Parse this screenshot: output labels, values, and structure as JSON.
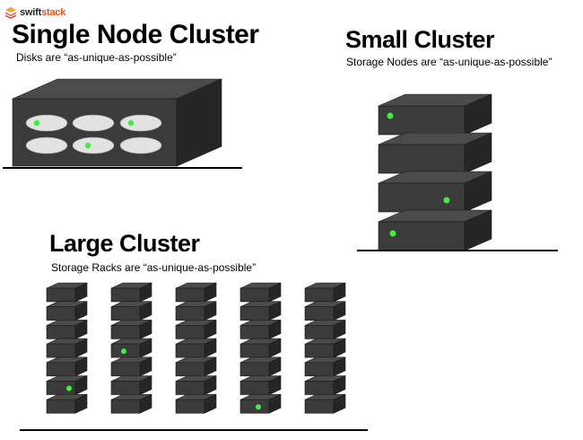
{
  "logo": {
    "text_part1": "swift",
    "text_part2": "stack",
    "icon": "stacked-layers-icon",
    "colors": {
      "dark": "#222222",
      "accent": "#e8501e",
      "accent_light": "#f6a23a"
    }
  },
  "sections": {
    "single": {
      "title": "Single Node Cluster",
      "subtitle": "Disks are “as-unique-as-possible”"
    },
    "small": {
      "title": "Small Cluster",
      "subtitle": "Storage Nodes are “as-unique-as-possible”"
    },
    "large": {
      "title": "Large Cluster",
      "subtitle": "Storage Racks are “as-unique-as-possible”"
    }
  },
  "single_node": {
    "disk_count": 6,
    "active_disks": [
      0,
      2,
      4
    ]
  },
  "small_cluster": {
    "node_count": 4,
    "active_nodes": [
      0,
      2,
      3
    ]
  },
  "large_cluster": {
    "rack_count": 5,
    "nodes_per_rack": 7,
    "active": [
      {
        "rack": 0,
        "node": 5
      },
      {
        "rack": 1,
        "node": 3
      },
      {
        "rack": 3,
        "node": 6
      }
    ]
  },
  "colors": {
    "server_front": "#3b3b3b",
    "server_top": "#4b4b4b",
    "server_side": "#262626",
    "disk": "#e2e2e2",
    "led": "#3df03d",
    "floor_line": "#000000"
  }
}
